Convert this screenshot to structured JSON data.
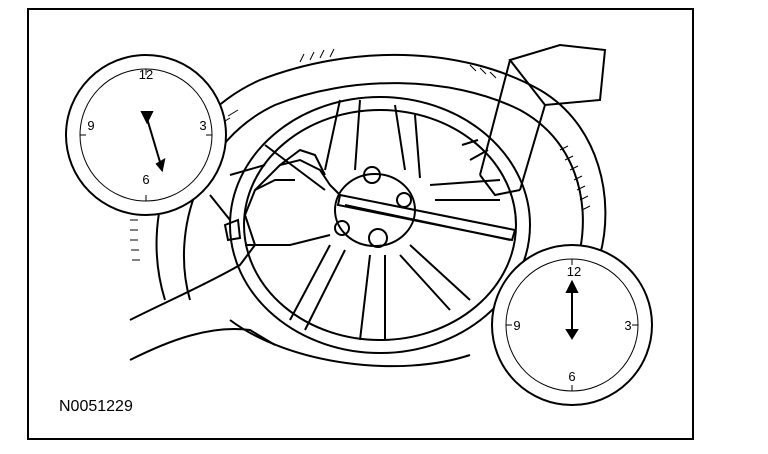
{
  "figure": {
    "id": "N0051229"
  },
  "clock_left": {
    "labels": {
      "twelve": "12",
      "three": "3",
      "six": "6",
      "nine": "9"
    }
  },
  "clock_right": {
    "labels": {
      "twelve": "12",
      "three": "3",
      "six": "6",
      "nine": "9"
    }
  },
  "colors": {
    "line": "#000000",
    "background": "#ffffff"
  }
}
